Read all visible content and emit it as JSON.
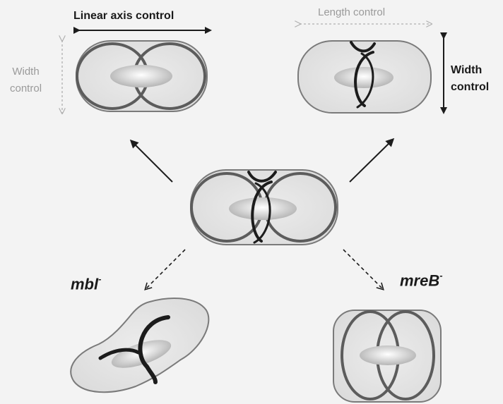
{
  "labels": {
    "linear_axis_control": "Linear axis control",
    "length_control": "Length control",
    "width_control_left": "Width\ncontrol",
    "width_control_right": "Width\ncontrol",
    "mbl": "mbl",
    "mreb": "mreB"
  },
  "colors": {
    "background": "#f3f3f3",
    "cell_fill": "#e6e6e6",
    "outline": "#6a6a6a",
    "dark_stroke": "#1c1c1c",
    "faint_arrow": "#b0b0b0"
  }
}
